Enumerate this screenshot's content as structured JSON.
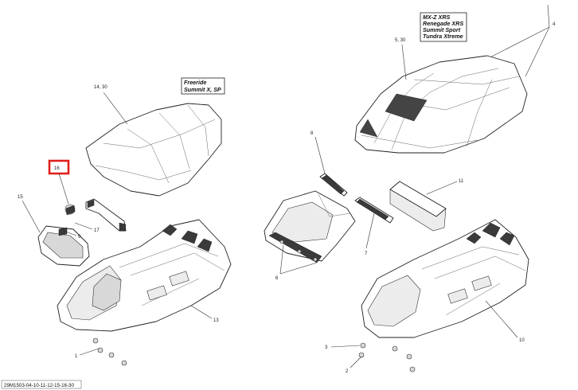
{
  "diagram": {
    "model_boxes": {
      "left": [
        "Freeride",
        "Summit X, SP"
      ],
      "right": [
        "MX-Z XRS",
        "Renegade XRS",
        "Summit Sport",
        "Tundra Xtreme"
      ]
    },
    "callouts": {
      "c1": "1",
      "c2": "2",
      "c3": "3",
      "c4": "4",
      "c5_30": "5, 30",
      "c6": "6",
      "c7": "7",
      "c8": "8",
      "c9": "9",
      "c10": "10",
      "c11": "11",
      "c13": "13",
      "c14_30": "14, 30",
      "c15": "15",
      "c16": "16",
      "c17": "17"
    },
    "highlight_color": "#e0201b",
    "figure_code": "29M1503-04-10-11-12-15-16-30"
  }
}
